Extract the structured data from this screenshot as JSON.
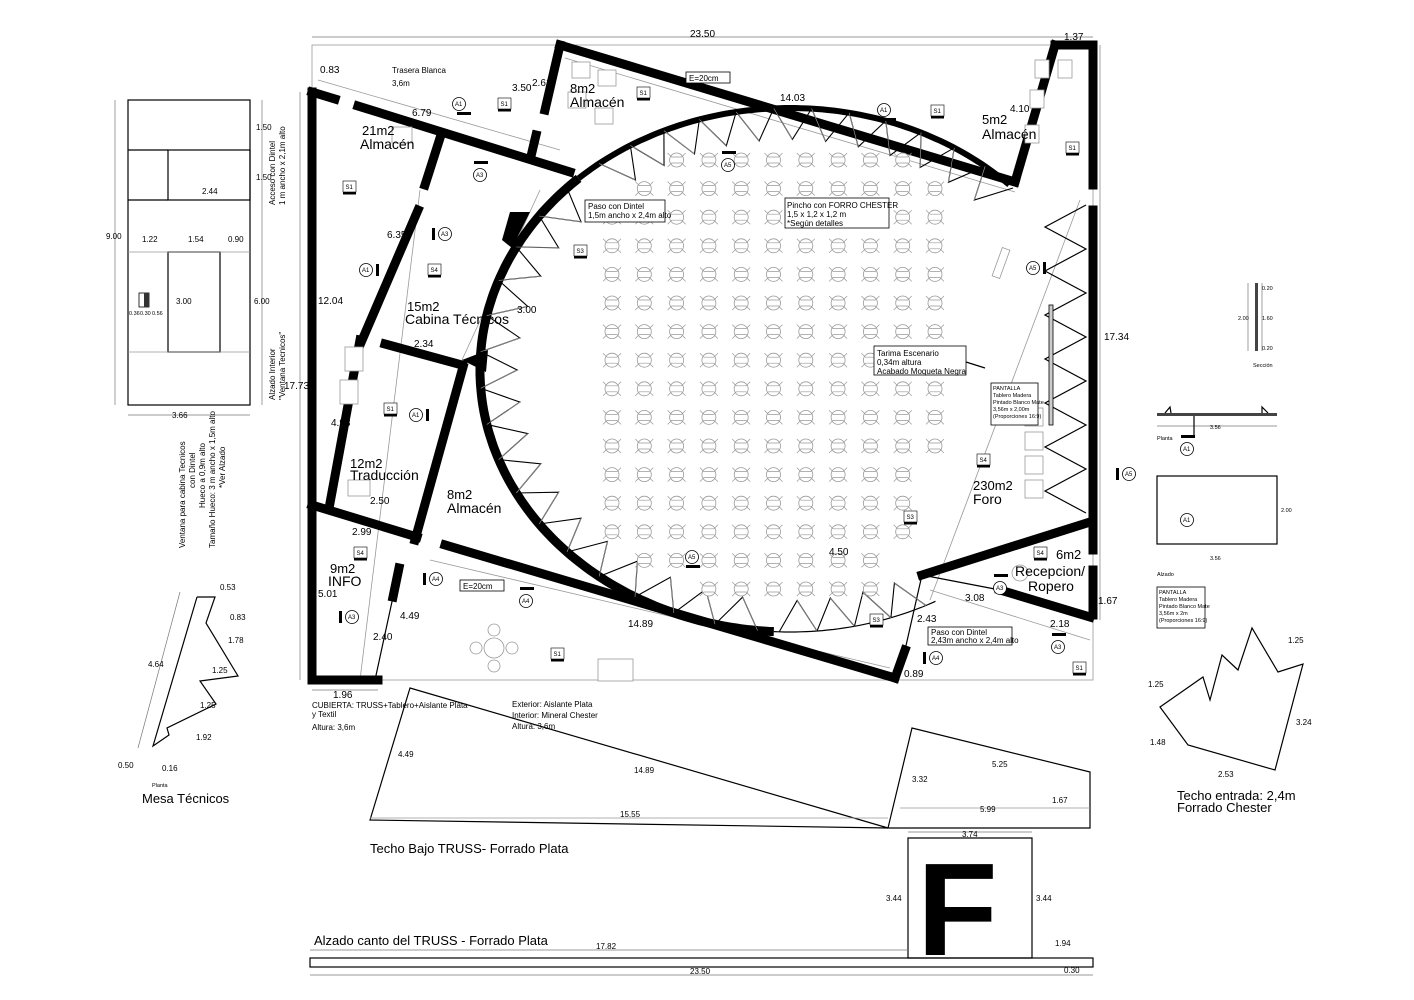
{
  "plan": {
    "rooms": {
      "almacen21": {
        "area": "21m2",
        "name": "Almacén"
      },
      "almacen8_top": {
        "area": "8m2",
        "name": "Almacén"
      },
      "almacen5": {
        "area": "5m2",
        "name": "Almacén"
      },
      "cabina": {
        "area": "15m2",
        "name": "Cabina Técnicos"
      },
      "traduccion": {
        "area": "12m2",
        "name": "Traducción"
      },
      "almacen8_bottom": {
        "area": "8m2",
        "name": "Almacén"
      },
      "info": {
        "area": "9m2",
        "name": "INFO"
      },
      "foro": {
        "area": "230m2",
        "name": "Foro"
      },
      "recepcion": {
        "area": "6m2",
        "name1": "Recepcion/",
        "name2": "Ropero"
      }
    },
    "dims": {
      "top_total": "23.50",
      "top_right": "1.37",
      "d083": "0.83",
      "d679": "6.79",
      "d350": "3.50",
      "d261": "2.61",
      "d1403": "14.03",
      "d410": "4.10",
      "d635": "6.35",
      "d1204": "12.04",
      "d300": "3.00",
      "d234": "2.34",
      "d1773": "17.73",
      "d1734": "17.34",
      "d498": "4.98",
      "d250": "2.50",
      "d299": "2.99",
      "d501": "5.01",
      "d449": "4.49",
      "d240": "2.40",
      "d196": "1.96",
      "d1489": "14.89",
      "d450": "4.50",
      "d243": "2.43",
      "d089": "0.89",
      "d308": "3.08",
      "d218": "2.18",
      "d167": "1.67"
    },
    "notes": {
      "trasera": [
        "Trasera Blanca",
        "3,6m"
      ],
      "wall_thickness": "E=20cm",
      "paso1": [
        "Paso con Dintel",
        "1,5m ancho x 2,4m alto"
      ],
      "pincho": [
        "Pincho con FORRO CHESTER",
        "1,5 x 1,2 x 1,2 m",
        "*Según detalles"
      ],
      "tarima": [
        "Tarima Escenario",
        "0,34m altura",
        "Acabado Moqueta Negra"
      ],
      "pantalla": [
        "PANTALLA",
        "Tablero Madera",
        "Pintado Blanco Mate",
        "3,56m x 2,00m",
        "(Proporciones 16:9)"
      ],
      "paso2": [
        "Paso con Dintel",
        "2,43m ancho x 2,4m alto"
      ],
      "cubierta": [
        "CUBIERTA: TRUSS+Tablero+Aislante Plata",
        "y Textil",
        "Altura: 3,6m"
      ],
      "exterior": [
        "Exterior: Aislante Plata",
        "Interior: Mineral Chester",
        "Altura: 3,6m"
      ]
    },
    "tags": {
      "A1": "A1",
      "A3": "A3",
      "A4": "A4",
      "A5": "A5",
      "S1": "S1",
      "S3": "S3",
      "S4": "S4"
    }
  },
  "ventana_elevation": {
    "dims": {
      "h1": "1.50",
      "h2": "1.50",
      "w244": "2.44",
      "total_h": "9.00",
      "w122": "1.22",
      "w154": "1.54",
      "w090": "0.90",
      "h300": "3.00",
      "h600": "6.00",
      "w366": "3.66",
      "s1": "0.36",
      "s2": "0.30",
      "s3": "0.56"
    },
    "side_note": [
      "Acceso con Dintel",
      "1 m ancho x 2,1m alto"
    ],
    "side_note2": [
      "Alzado Interior",
      "\"Ventana Tecnicos\""
    ],
    "caption": [
      "Ventana para cabina Tecnicos",
      "con Dintel",
      "Hueco a 0,9m alto",
      "Tamaño Hueco: 3 m ancho x 1,5m alto",
      "*Ver Alzado"
    ]
  },
  "mesa": {
    "dims": [
      "0.53",
      "0.83",
      "1.78",
      "4.64",
      "1.25",
      "1.25",
      "1.92",
      "0.50",
      "0.16"
    ],
    "planta": "Planta",
    "title": "Mesa Técnicos"
  },
  "pantalla_detail": {
    "seccion_dims": [
      "0.20",
      "2.00",
      "1.60",
      "0.20"
    ],
    "seccion": "Sección",
    "planta_width": "3.56",
    "planta": "Planta",
    "alzado_height": "2.00",
    "alzado_width": "3.56",
    "alzado": "Alzado",
    "box": [
      "PANTALLA",
      "Tablero Madera",
      "Pintado Blanco Mate",
      "3,56m x 2m",
      "(Proporciones 16:9)"
    ]
  },
  "techo_entrada": {
    "dims": [
      "1.25",
      "1.25",
      "3.24",
      "1.48",
      "2.53"
    ],
    "title": [
      "Techo entrada: 2,4m",
      "Forrado Chester"
    ]
  },
  "techo_bajo": {
    "dims": [
      "4.49",
      "14.89",
      "15.55",
      "3.32",
      "5.25",
      "1.67",
      "5.99"
    ],
    "title": "Techo Bajo TRUSS- Forrado Plata"
  },
  "f_elevation": {
    "letter": "F",
    "dims": [
      "3.74",
      "3.44",
      "3.44",
      "1.94"
    ]
  },
  "truss_edge": {
    "title": "Alzado canto del TRUSS - Forrado Plata",
    "dims": [
      "17.82",
      "23.50",
      "0.30"
    ]
  }
}
